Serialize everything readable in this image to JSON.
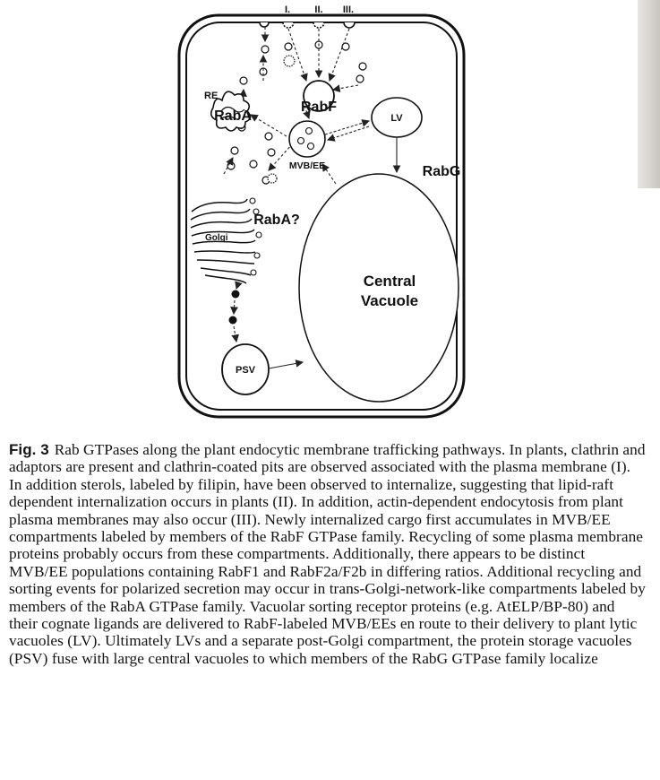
{
  "figure": {
    "lanes": [
      "I.",
      "II.",
      "III."
    ],
    "labels": {
      "re": "RE",
      "raba": "RabA",
      "rabf": "RabF",
      "lv": "LV",
      "mvb": "MVB/EE",
      "rabg": "RabG",
      "raba_q": "RabA?",
      "golgi": "Golgi",
      "central_line1": "Central",
      "central_line2": "Vacuole",
      "psv": "PSV"
    }
  },
  "caption": {
    "fig_label": "Fig. 3",
    "text": "Rab GTPases along the plant endocytic membrane trafficking pathways. In plants, clathrin and adaptors are present and clathrin-coated pits are observed associated with the plasma membrane (I). In addition sterols, labeled by filipin, have been observed to internalize, suggesting that lipid-raft dependent internalization occurs in plants (II). In addition, actin-dependent endocytosis from plant plasma membranes may also occur (III). Newly internalized cargo first accumulates in MVB/EE compartments labeled by members of the RabF GTPase family. Recycling of some plasma membrane proteins probably occurs from these compartments. Additionally, there appears to be distinct MVB/EE populations containing RabF1 and RabF2a/F2b in differing ratios. Additional recycling and sorting events for polarized secretion may occur in trans-Golgi-network-like compartments labeled by members of the RabA GTPase family. Vacuolar sorting receptor proteins (e.g. AtELP/BP-80) and their cognate ligands are delivered to RabF-labeled MVB/EEs en route to their delivery to plant lytic vacuoles (LV). Ultimately LVs and a separate post-Golgi compartment, the protein storage vacuoles (PSV) fuse with large central vacuoles to which members of the RabG GTPase family localize"
  }
}
